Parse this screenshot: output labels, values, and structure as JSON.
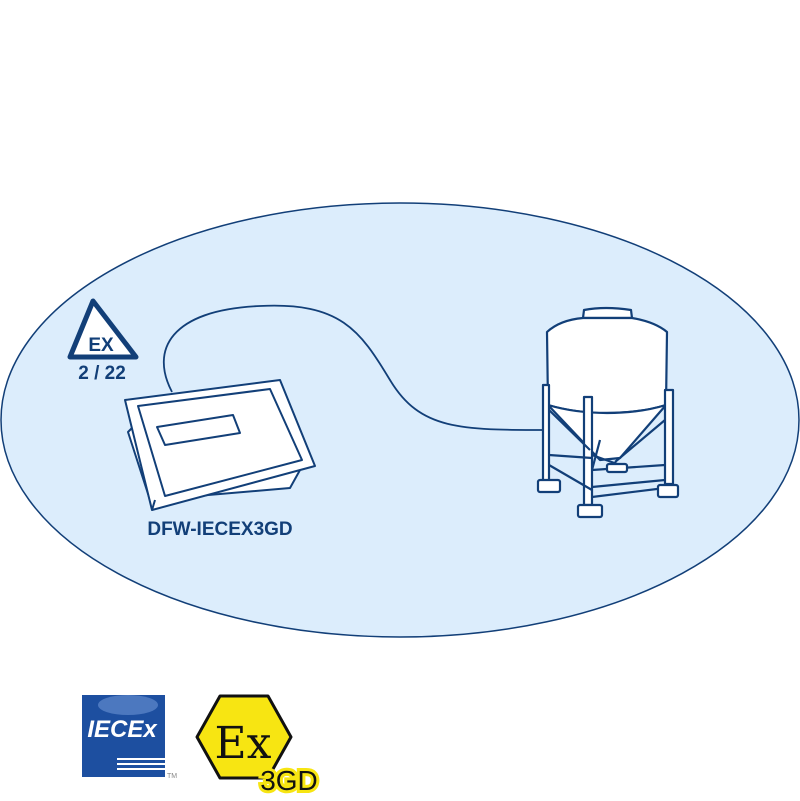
{
  "zone_badge": {
    "symbol": "EX",
    "zone": "2 / 22"
  },
  "device": {
    "label": "DFW-IECEX3GD"
  },
  "logos": {
    "iecex": "IECEx",
    "iecex_tm": "TM",
    "atex": "Ex",
    "atex_category": "3GD"
  },
  "colors": {
    "navy": "#123f78",
    "zone_fill": "#dcedfc",
    "atex_yellow": "#f7e512",
    "iecex_blue": "#1d4fa0"
  }
}
